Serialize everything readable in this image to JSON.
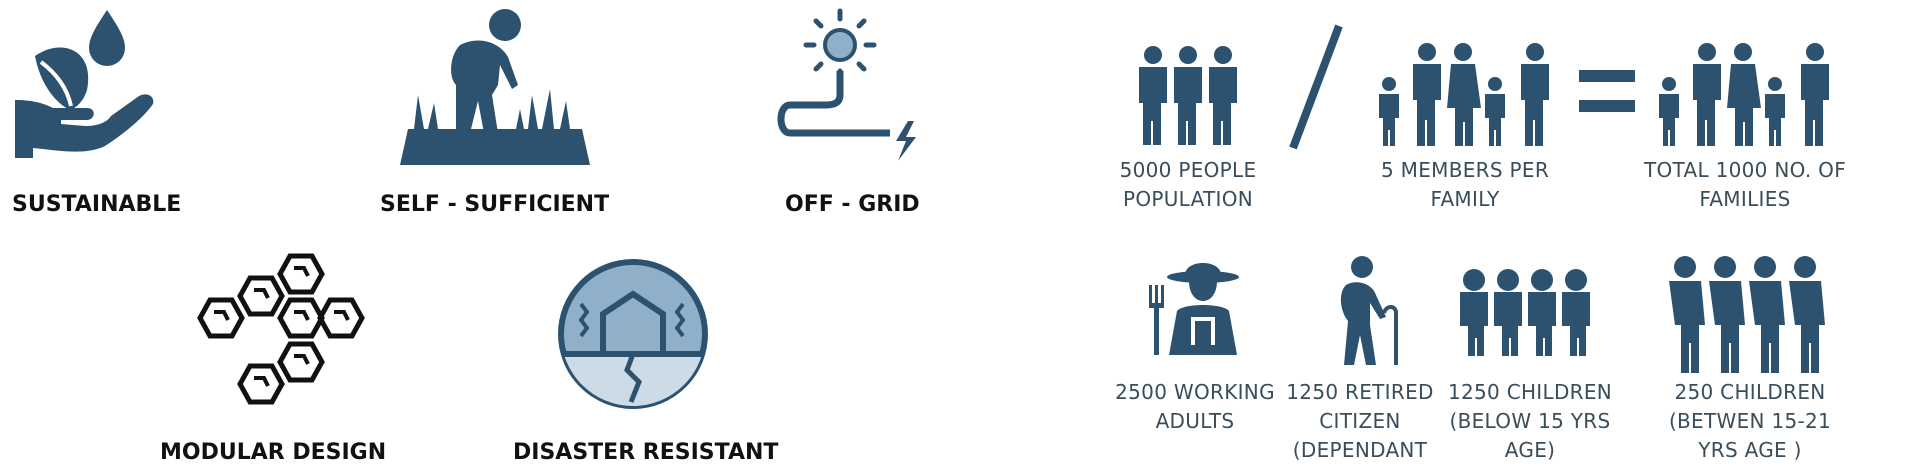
{
  "colors": {
    "icon": "#2c5270",
    "icon_light": "#8fb0c8",
    "label": "#111111",
    "stat_text": "#3a4d5a"
  },
  "features": [
    {
      "label": "SUSTAINABLE",
      "icon": "hand-plant-icon"
    },
    {
      "label": "SELF - SUFFICIENT",
      "icon": "farmer-icon"
    },
    {
      "label": "OFF - GRID",
      "icon": "solar-power-icon"
    },
    {
      "label": "MODULAR DESIGN",
      "icon": "hexagon-modules-icon"
    },
    {
      "label": "DISASTER RESISTANT",
      "icon": "earthquake-house-icon"
    }
  ],
  "equation": {
    "population": {
      "line1": "5000 PEOPLE",
      "line2": "POPULATION",
      "icon": "people-group-icon"
    },
    "divide_icon": "divide-slash-icon",
    "family": {
      "line1": "5 MEMBERS PER",
      "line2": "FAMILY",
      "icon": "family-icon"
    },
    "equals_icon": "equals-icon",
    "total": {
      "line1": "TOTAL 1000 NO. OF",
      "line2": "FAMILIES",
      "icon": "family-icon"
    }
  },
  "breakdown": [
    {
      "lines": [
        "2500 WORKING",
        "ADULTS"
      ],
      "icon": "worker-icon"
    },
    {
      "lines": [
        "1250 RETIRED",
        "CITIZEN",
        "(DEPENDANT"
      ],
      "icon": "elderly-icon"
    },
    {
      "lines": [
        "1250 CHILDREN",
        "(BELOW 15 YRS",
        "AGE)"
      ],
      "icon": "children-icon"
    },
    {
      "lines": [
        "250 CHILDREN",
        "(BETWEN 15-21",
        "YRS AGE )"
      ],
      "icon": "teens-icon"
    }
  ]
}
